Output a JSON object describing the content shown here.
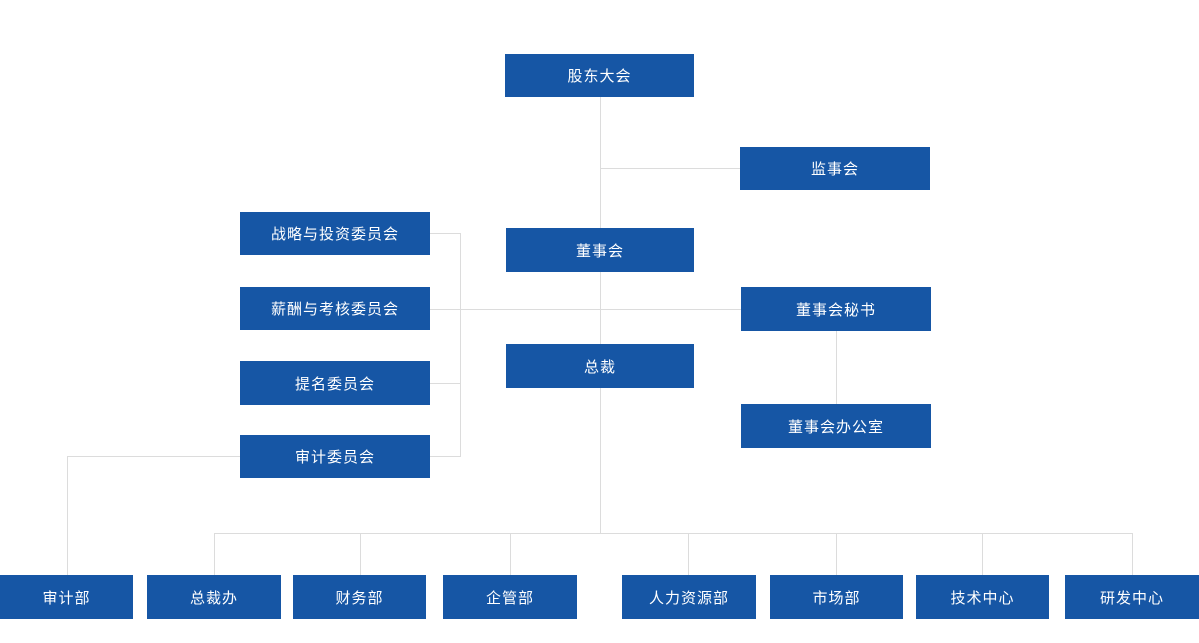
{
  "colors": {
    "node_bg": "#1656a5",
    "node_text": "#ffffff",
    "connector": "#dcdcdc",
    "background": "#ffffff"
  },
  "nodes": {
    "shareholders_meeting": "股东大会",
    "supervisory_board": "监事会",
    "board_of_directors": "董事会",
    "strategy_investment_committee": "战略与投资委员会",
    "compensation_assessment_committee": "薪酬与考核委员会",
    "nomination_committee": "提名委员会",
    "audit_committee": "审计委员会",
    "board_secretary": "董事会秘书",
    "board_office": "董事会办公室",
    "president": "总裁",
    "audit_dept": "审计部",
    "president_office": "总裁办",
    "finance_dept": "财务部",
    "enterprise_management_dept": "企管部",
    "hr_dept": "人力资源部",
    "marketing_dept": "市场部",
    "technology_center": "技术中心",
    "rd_center": "研发中心"
  }
}
